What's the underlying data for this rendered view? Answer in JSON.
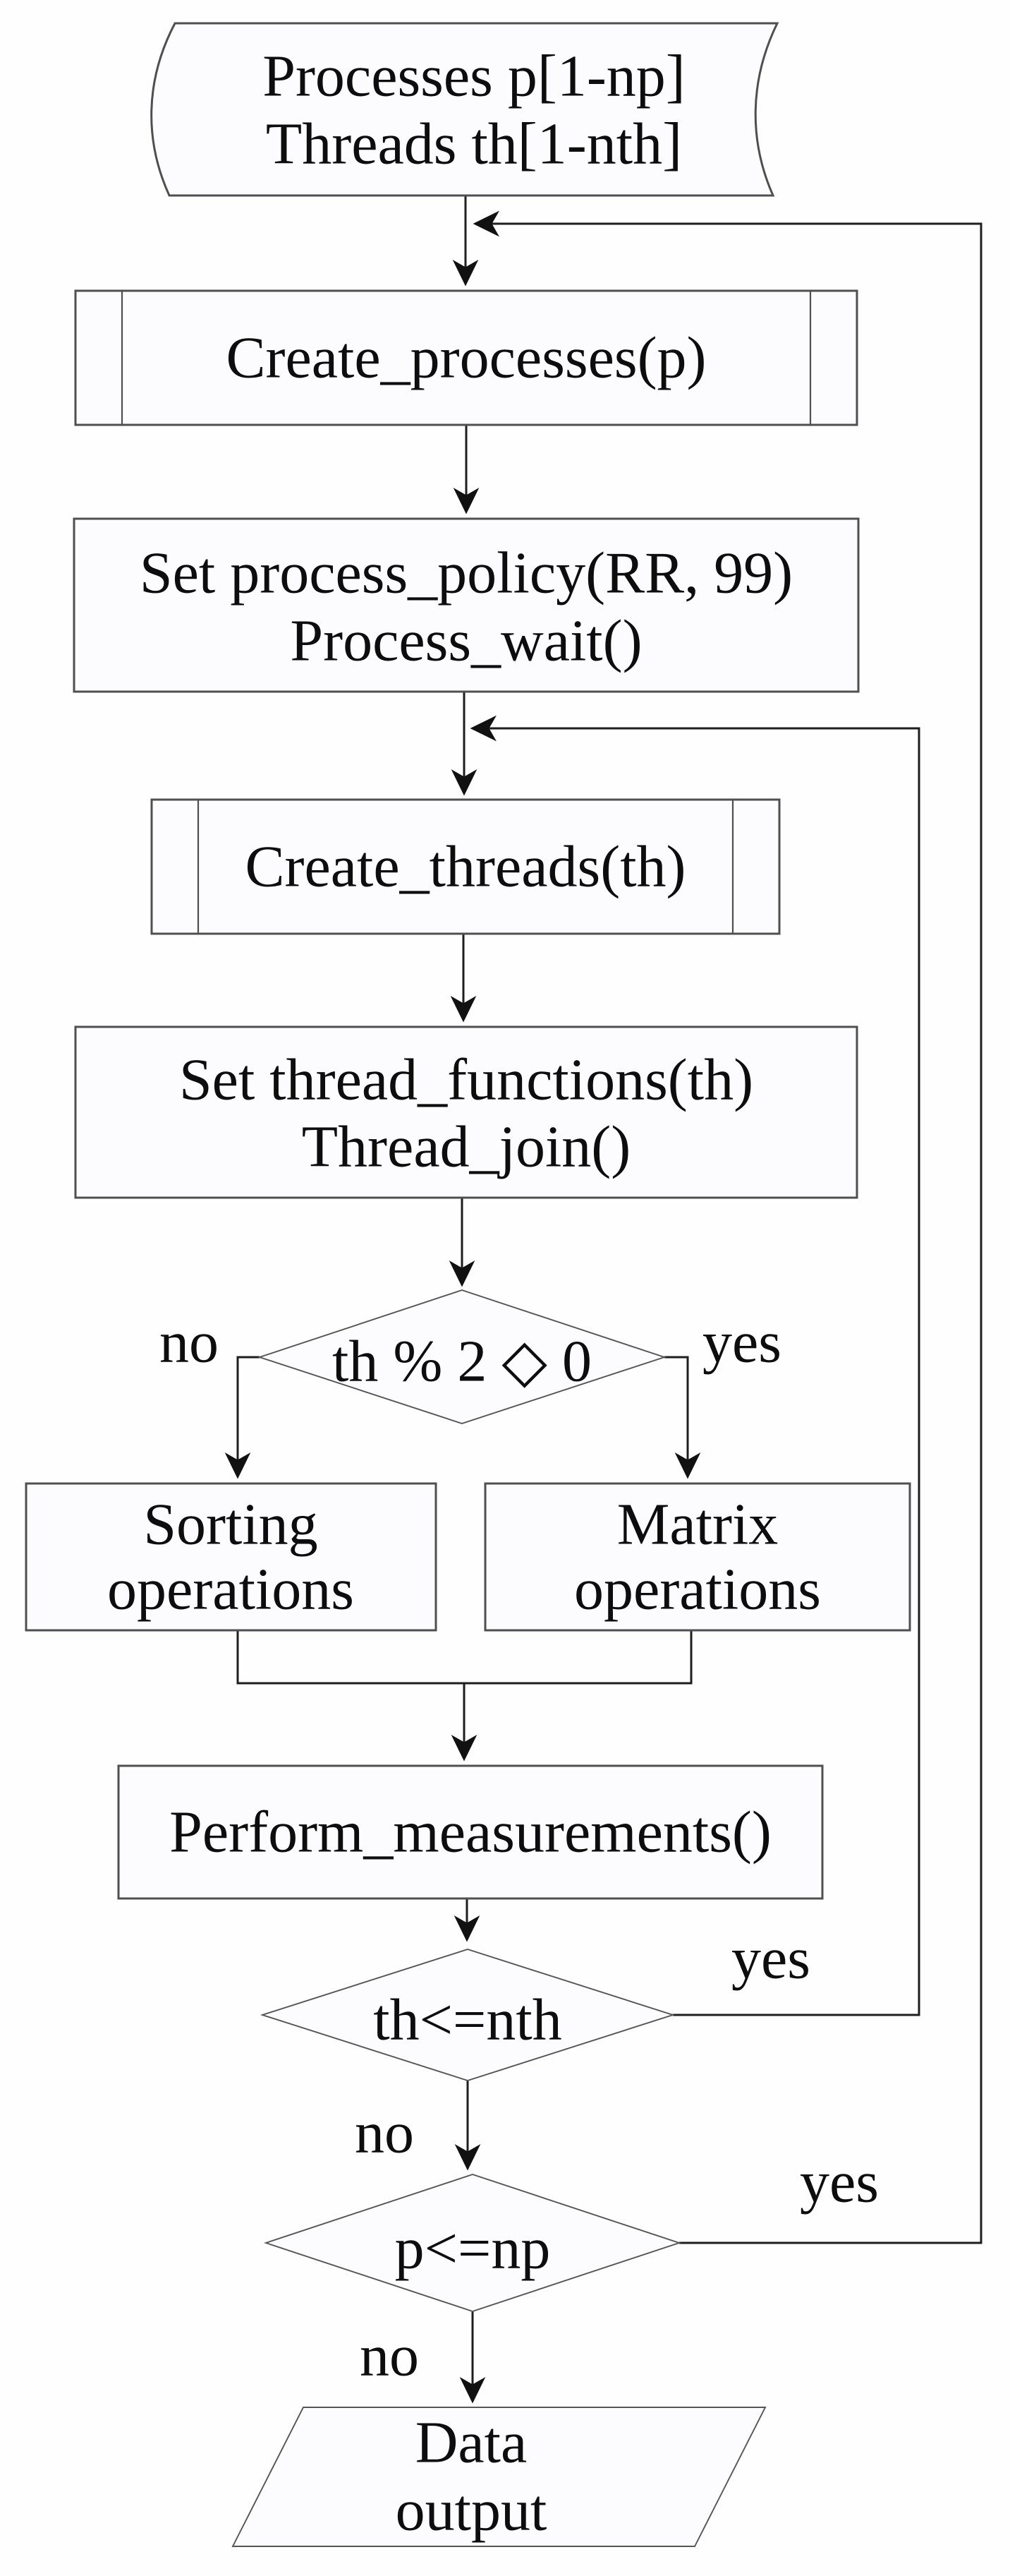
{
  "diagram": {
    "type": "flowchart",
    "background_color": "#fefefe",
    "line_color": "#1e1e1e",
    "shape_fill_color": "#fcfcfe",
    "text_color": "#0d0d0d",
    "nodes": {
      "input": {
        "shape": "stored-data",
        "lines": [
          "Processes p[1-np]",
          "Threads th[1-nth]"
        ]
      },
      "create_processes": {
        "shape": "predefined-process",
        "label": "Create_processes(p)"
      },
      "set_process_policy": {
        "shape": "process",
        "lines": [
          "Set process_policy(RR, 99)",
          "Process_wait()"
        ]
      },
      "create_threads": {
        "shape": "predefined-process",
        "label": "Create_threads(th)"
      },
      "set_thread_functions": {
        "shape": "process",
        "lines": [
          "Set thread_functions(th)",
          "Thread_join()"
        ]
      },
      "thread_parity_decision": {
        "shape": "decision",
        "label": "th % 2 ◇ 0"
      },
      "sorting_operations": {
        "shape": "process",
        "lines": [
          "Sorting",
          "operations"
        ]
      },
      "matrix_operations": {
        "shape": "process",
        "lines": [
          "Matrix",
          "operations"
        ]
      },
      "perform_measurements": {
        "shape": "process",
        "label": "Perform_measurements()"
      },
      "thread_loop_decision": {
        "shape": "decision",
        "label": "th<=nth"
      },
      "process_loop_decision": {
        "shape": "decision",
        "label": "p<=np"
      },
      "data_output": {
        "shape": "parallelogram",
        "lines": [
          "Data",
          "output"
        ]
      }
    },
    "edge_labels": {
      "parity_no": "no",
      "parity_yes": "yes",
      "thread_loop_yes": "yes",
      "thread_loop_no": "no",
      "process_loop_yes": "yes",
      "process_loop_no": "no"
    }
  }
}
